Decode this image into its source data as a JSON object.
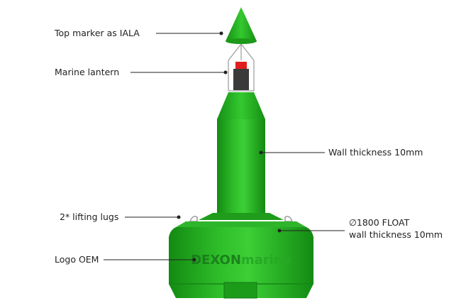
{
  "labels": {
    "top_marker": "Top marker as IALA",
    "lantern": "Marine lantern",
    "wall": "Wall thickness 10mm",
    "lugs": "2* lifting lugs",
    "float_line1": "∅1800 FLOAT",
    "float_line2": "wall thickness 10mm",
    "logo_oem": "Logo OEM"
  },
  "buoy": {
    "logo_text_dark": "DEXON",
    "logo_text_light": "marine"
  },
  "colors": {
    "buoy_green": "#22a51f",
    "buoy_green_dark": "#168015",
    "buoy_green_light": "#3fd23a",
    "lantern_red": "#e01d1d",
    "line": "#222222"
  }
}
